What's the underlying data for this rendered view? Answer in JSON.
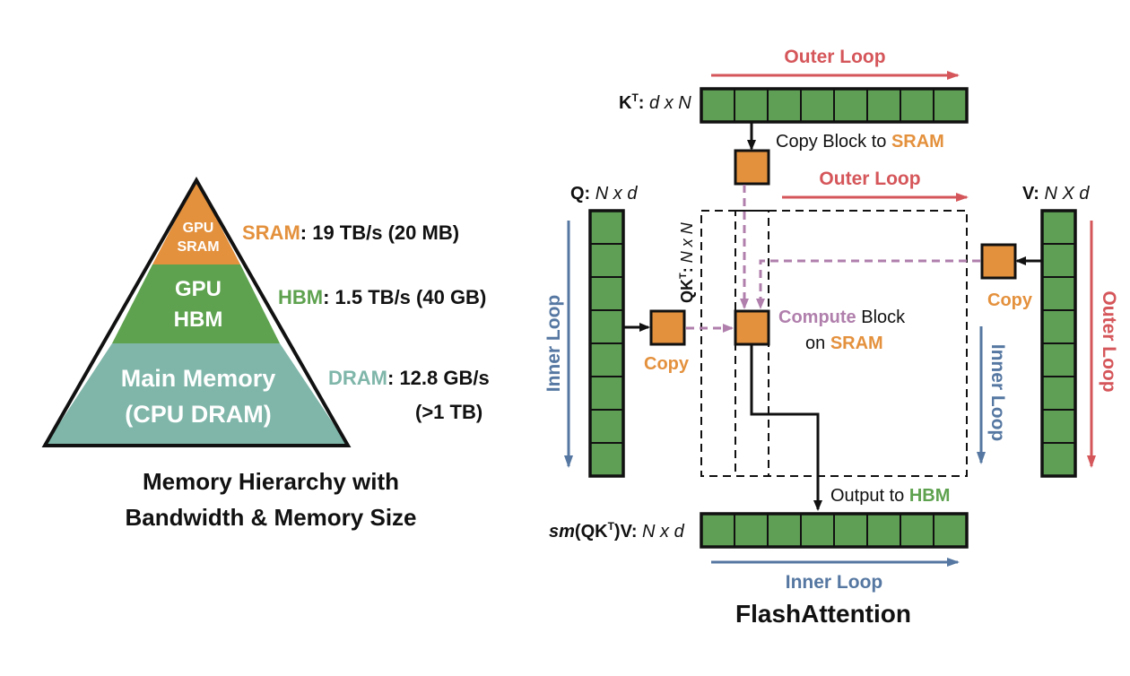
{
  "colors": {
    "sram": "#e4913d",
    "hbm": "#5ea24f",
    "dram": "#7fb6a9",
    "outer": "#d5565a",
    "inner": "#5577a1",
    "flow": "#b07fac",
    "block_green": "#5f9e55"
  },
  "pyramid": {
    "sram_line1": "GPU",
    "sram_line2": "SRAM",
    "hbm_line1": "GPU",
    "hbm_line2": "HBM",
    "dram_line1": "Main Memory",
    "dram_line2": "(CPU DRAM)",
    "sram_name": "SRAM",
    "sram_spec": ": 19 TB/s (20 MB)",
    "hbm_name": "HBM",
    "hbm_spec": ": 1.5 TB/s (40 GB)",
    "dram_name": "DRAM",
    "dram_spec": ": 12.8 GB/s",
    "dram_size": "(>1 TB)",
    "caption_line1": "Memory Hierarchy with",
    "caption_line2": "Bandwidth & Memory Size"
  },
  "flash": {
    "kt_label_bold": "K",
    "kt_label_sup": "T",
    "kt_label_rest": ": ",
    "kt_label_dims": "d x N",
    "q_label_bold": "Q: ",
    "q_label_dims": "N x d",
    "v_label_bold": "V: ",
    "v_label_dims": "N X d",
    "qkt_label_bold": "QK",
    "qkt_label_sup": "T",
    "qkt_label_rest": ": ",
    "qkt_label_dims": "N x N",
    "out_label_sm": "sm",
    "out_label_qk": "(QK",
    "out_label_sup": "T",
    "out_label_v": ")V: ",
    "out_label_dims": "N x d",
    "outer_loop_top": "Outer Loop",
    "outer_loop_mid": "Outer Loop",
    "outer_loop_right": "Outer Loop",
    "inner_loop_left": "Inner Loop",
    "inner_loop_right": "Inner Loop",
    "inner_loop_bottom": "Inner Loop",
    "copy_block_text": "Copy Block to ",
    "copy_block_sram": "SRAM",
    "copy_q": "Copy",
    "copy_v": "Copy",
    "compute_word": "Compute",
    "compute_block": " Block",
    "compute_on": "on ",
    "compute_sram": "SRAM",
    "output_text": "Output to ",
    "output_hbm": "HBM",
    "title": "FlashAttention",
    "kt_blocks": 8,
    "q_blocks": 8,
    "v_blocks": 8,
    "out_blocks": 8
  }
}
